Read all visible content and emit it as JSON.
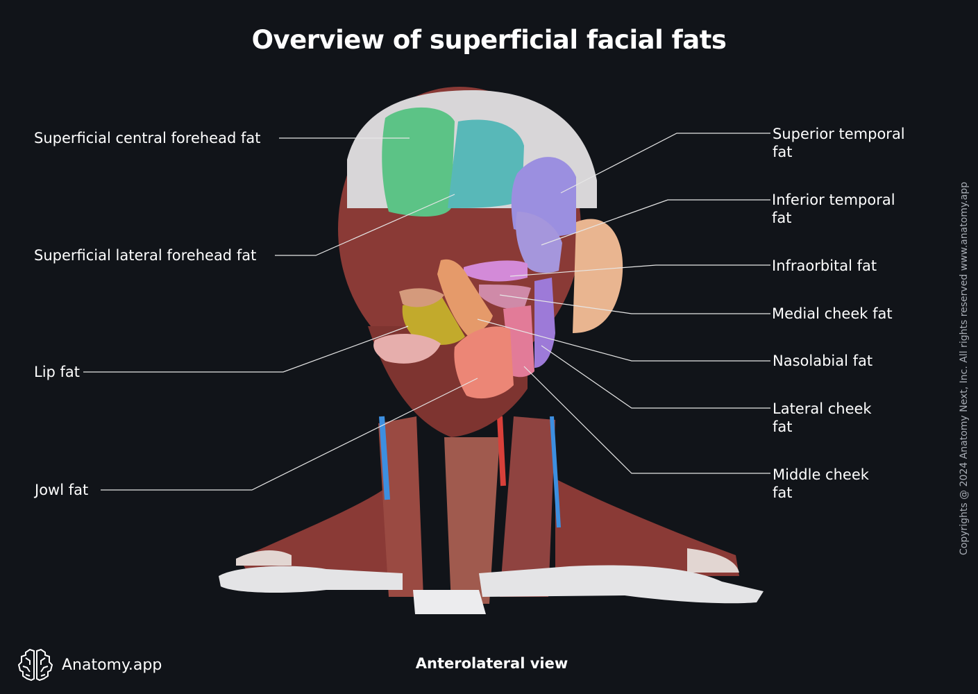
{
  "title": "Overview of superficial facial fats",
  "view": "Anterolateral view",
  "brand": {
    "name": "Anatomy.app",
    "icon": "brain-icon"
  },
  "copyright": "Copyrights @ 2024 Anatomy Next, Inc. All rights reserved www.anatomy.app",
  "colors": {
    "background": "#111419",
    "text": "#ffffff",
    "leader_line": "#e6e6e6",
    "central_forehead_fat": "#5cc386",
    "lateral_forehead_fat": "#58b8b8",
    "superior_temporal_fat": "#9b8fe0",
    "inferior_temporal_fat": "#a596dc",
    "infraorbital_fat": "#d38ad8",
    "medial_cheek_fat": "#cf8aa8",
    "nasolabial_fat": "#e59a6a",
    "lateral_cheek_fat": "#9d7ad8",
    "middle_cheek_fat": "#e27b98",
    "lip_fat": "#c2aa2c",
    "jowl_fat": "#ec8676",
    "muscle": "#8a3a36",
    "bone": "#e6e6e8",
    "vein": "#3d8fe0",
    "artery": "#d8403a"
  },
  "labels": {
    "left": [
      {
        "text": "Superficial central forehead fat"
      },
      {
        "text": "Superficial lateral forehead fat"
      },
      {
        "text": "Lip fat"
      },
      {
        "text": "Jowl fat"
      }
    ],
    "right": [
      {
        "line1": "Superior temporal",
        "line2": "fat"
      },
      {
        "line1": "Inferior temporal",
        "line2": "fat"
      },
      {
        "line1": "Infraorbital fat",
        "line2": ""
      },
      {
        "line1": "Medial cheek fat",
        "line2": ""
      },
      {
        "line1": "Nasolabial fat",
        "line2": ""
      },
      {
        "line1": "Lateral cheek",
        "line2": "fat"
      },
      {
        "line1": "Middle cheek",
        "line2": "fat"
      }
    ]
  }
}
